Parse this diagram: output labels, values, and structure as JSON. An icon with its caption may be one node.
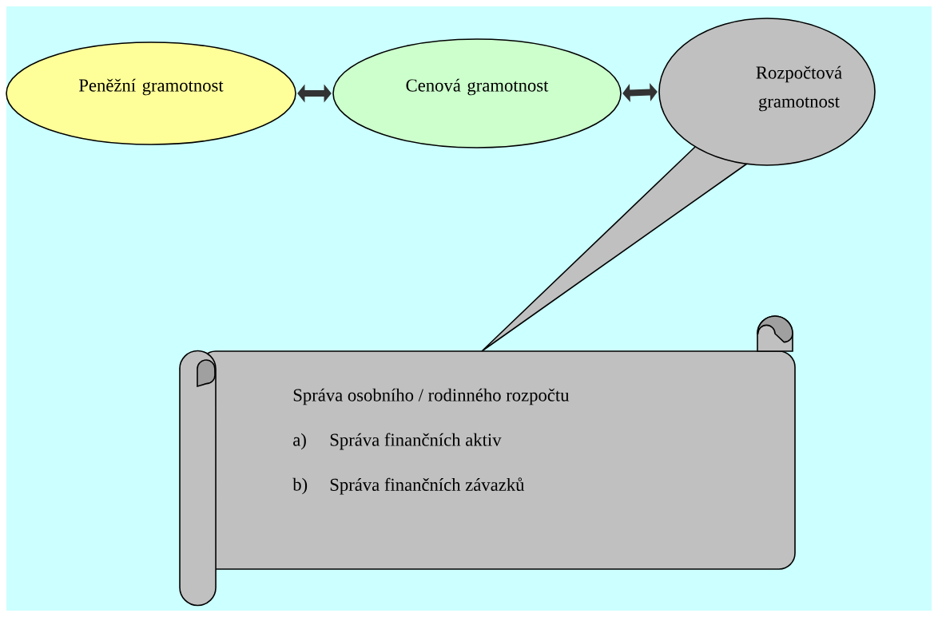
{
  "diagram": {
    "nodes": [
      {
        "text": [
          "Peněžní gramotnost"
        ]
      },
      {
        "text": [
          "Cenová gramotnost"
        ]
      },
      {
        "text": [
          "Rozpočtová gramotnost"
        ]
      },
      {
        "text": [
          "Správa osobního / rodinného rozpočtu",
          "a)",
          "Správa finančních aktiv",
          "b)",
          "Správa finančních závazků"
        ]
      }
    ],
    "edges": [
      {
        "from": 0,
        "to": 1,
        "arrow": "both"
      },
      {
        "from": 1,
        "to": 2,
        "arrow": "both"
      }
    ]
  }
}
